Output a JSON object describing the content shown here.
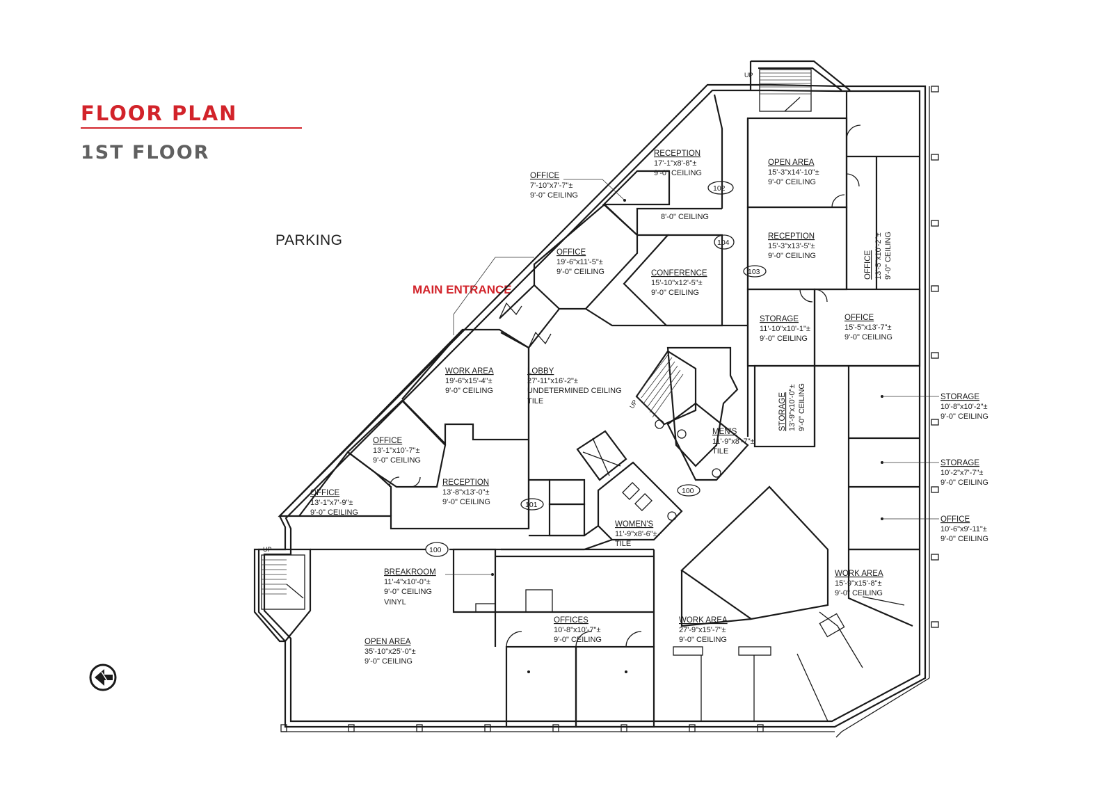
{
  "header": {
    "title": "FLOOR PLAN",
    "subtitle": "1ST FLOOR"
  },
  "labels": {
    "parking": "PARKING",
    "main_entrance": "MAIN ENTRANCE",
    "up": "UP"
  },
  "colors": {
    "accent": "#d2232a",
    "subtitle": "#606060",
    "linework": "#1a1a1a"
  },
  "compass_icon": "north-arrow-icon",
  "rooms": {
    "reception_102": {
      "name": "RECEPTION",
      "dims": "17'-1\"x8'-8\"±",
      "ceiling": "9'-0\"  CEILING"
    },
    "open_area_nw": {
      "name": "OPEN AREA",
      "dims": "15'-3\"x14'-10\"±",
      "ceiling": "9'-0\"  CEILING"
    },
    "office_top": {
      "name": "OFFICE",
      "dims": "7'-10\"x7'-7\"±",
      "ceiling": "9'-0\"  CEILING"
    },
    "corridor_ceiling": {
      "ceiling": "8'-0\"  CEILING"
    },
    "reception_103": {
      "name": "RECEPTION",
      "dims": "15'-3\"x13'-5\"±",
      "ceiling": "9'-0\"  CEILING"
    },
    "office_vertical": {
      "name": "OFFICE",
      "dims": "13'-5\"x10'-2\"±",
      "ceiling": "9'-0\" CEILING"
    },
    "office_mid": {
      "name": "OFFICE",
      "dims": "19'-6\"x11'-5\"±",
      "ceiling": "9'-0\"  CEILING"
    },
    "conference": {
      "name": "CONFERENCE",
      "dims": "15'-10\"x12'-5\"±",
      "ceiling": "9'-0\"  CEILING"
    },
    "storage_a": {
      "name": "STORAGE",
      "dims": "11'-10\"x10'-1\"±",
      "ceiling": "9'-0\"  CEILING"
    },
    "office_east": {
      "name": "OFFICE",
      "dims": "15'-5\"x13'-7\"±",
      "ceiling": "9'-0\"  CEILING"
    },
    "work_area_w": {
      "name": "WORK AREA",
      "dims": "19'-6\"x15'-4\"±",
      "ceiling": "9'-0\"  CEILING"
    },
    "lobby": {
      "name": "LOBBY",
      "dims": "27'-11\"x16'-2\"±",
      "ceiling": "UNDETERMINED  CEILING",
      "finish": "TILE"
    },
    "storage_vertical": {
      "name": "STORAGE",
      "dims": "13'-9\"x10'-0\"±",
      "ceiling": "9'-0\" CEILING"
    },
    "storage_e1": {
      "name": "STORAGE",
      "dims": "10'-8\"x10'-2\"±",
      "ceiling": "9'-0\"  CEILING"
    },
    "office_sw1": {
      "name": "OFFICE",
      "dims": "13'-1\"x10'-7\"±",
      "ceiling": "9'-0\"  CEILING"
    },
    "mens": {
      "name": "MEN'S",
      "dims": "11'-9\"x8'-7\"±",
      "finish": "TILE"
    },
    "storage_e2": {
      "name": "STORAGE",
      "dims": "10'-2\"x7'-7\"±",
      "ceiling": "9'-0\"  CEILING"
    },
    "reception_101": {
      "name": "RECEPTION",
      "dims": "13'-8\"x13'-0\"±",
      "ceiling": "9'-0\"  CEILING"
    },
    "office_sw2": {
      "name": "OFFICE",
      "dims": "13'-1\"x7'-9\"±",
      "ceiling": "9'-0\"  CEILING"
    },
    "womens": {
      "name": "WOMEN'S",
      "dims": "11'-9\"x8'-6\"±",
      "finish": "TILE"
    },
    "office_e3": {
      "name": "OFFICE",
      "dims": "10'-6\"x9'-11\"±",
      "ceiling": "9'-0\"  CEILING"
    },
    "breakroom": {
      "name": "BREAKROOM",
      "dims": "11'-4\"x10'-0\"±",
      "ceiling": "9'-0\"  CEILING",
      "finish": "VINYL"
    },
    "work_area_se": {
      "name": "WORK AREA",
      "dims": "15'-9\"x15'-8\"±",
      "ceiling": "9'-0\" CEILING"
    },
    "offices": {
      "name": "OFFICES",
      "dims": "10'-8\"x10'-7\"±",
      "ceiling": "9'-0\"  CEILING"
    },
    "work_area_s": {
      "name": "WORK AREA",
      "dims": "27'-9\"x15'-7\"±",
      "ceiling": "9'-0\"  CEILING"
    },
    "open_area_s": {
      "name": "OPEN AREA",
      "dims": "35'-10\"x25'-0\"±",
      "ceiling": "9'-0\"  CEILING"
    }
  },
  "tags": {
    "t100": "100",
    "t101": "101",
    "t102": "102",
    "t103": "103",
    "t104": "104",
    "t100b": "100"
  }
}
